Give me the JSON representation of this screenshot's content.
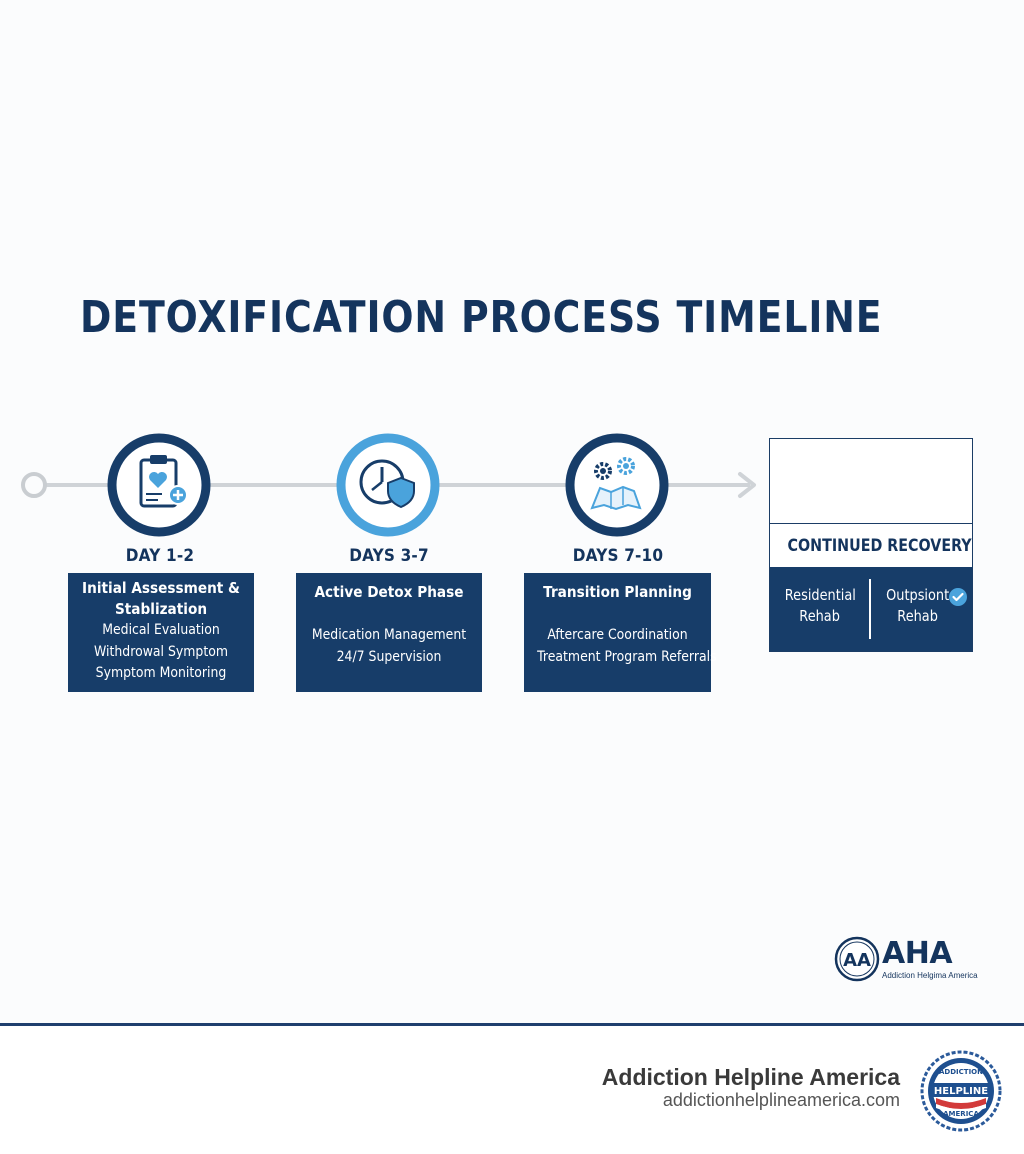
{
  "title": "DETOXIFICATION PROCESS TIMELINE",
  "stages": [
    {
      "day": "DAY 1-2",
      "title_lines": [
        "Initial Assessment &",
        "Stablization"
      ],
      "lines": [
        "Medical Evaluation",
        "Withdrowal Symptom",
        "Symptom Monitoring"
      ],
      "icon": "clipboard-heart-icon"
    },
    {
      "day": "DAYS 3-7",
      "title_lines": [
        "Active Detox Phase"
      ],
      "lines": [
        "Medication Management",
        "24/7 Supervision"
      ],
      "icon": "clock-shield-icon"
    },
    {
      "day": "DAYS 7-10",
      "title_lines": [
        "Transition Planning"
      ],
      "lines": [
        "Aftercare Coordination",
        "Treatment Program Referrals"
      ],
      "icon": "gears-map-icon"
    }
  ],
  "recovery": {
    "title": "CONTINUED RECOVERY",
    "icon": "house-person-icon",
    "options": [
      {
        "line1": "Residential",
        "line2": "Rehab"
      },
      {
        "line1": "Outpsiont",
        "line2": "Rehab",
        "icon": "check-icon"
      }
    ]
  },
  "logo": {
    "abbr": "AHA",
    "sub": "Addiction Helgima America",
    "monogram": "AA"
  },
  "footer": {
    "name": "Addiction Helpline America",
    "url": "addictionhelplineamerica.com",
    "seal_top": "ADDICTION",
    "seal_mid": "HELPLINE",
    "seal_bottom": "AMERICA"
  },
  "colors": {
    "navy": "#173d69",
    "title": "#14345d",
    "accent_blue": "#4aa3dc",
    "line_gray": "#cfd3d7",
    "background": "#fbfcfd"
  }
}
